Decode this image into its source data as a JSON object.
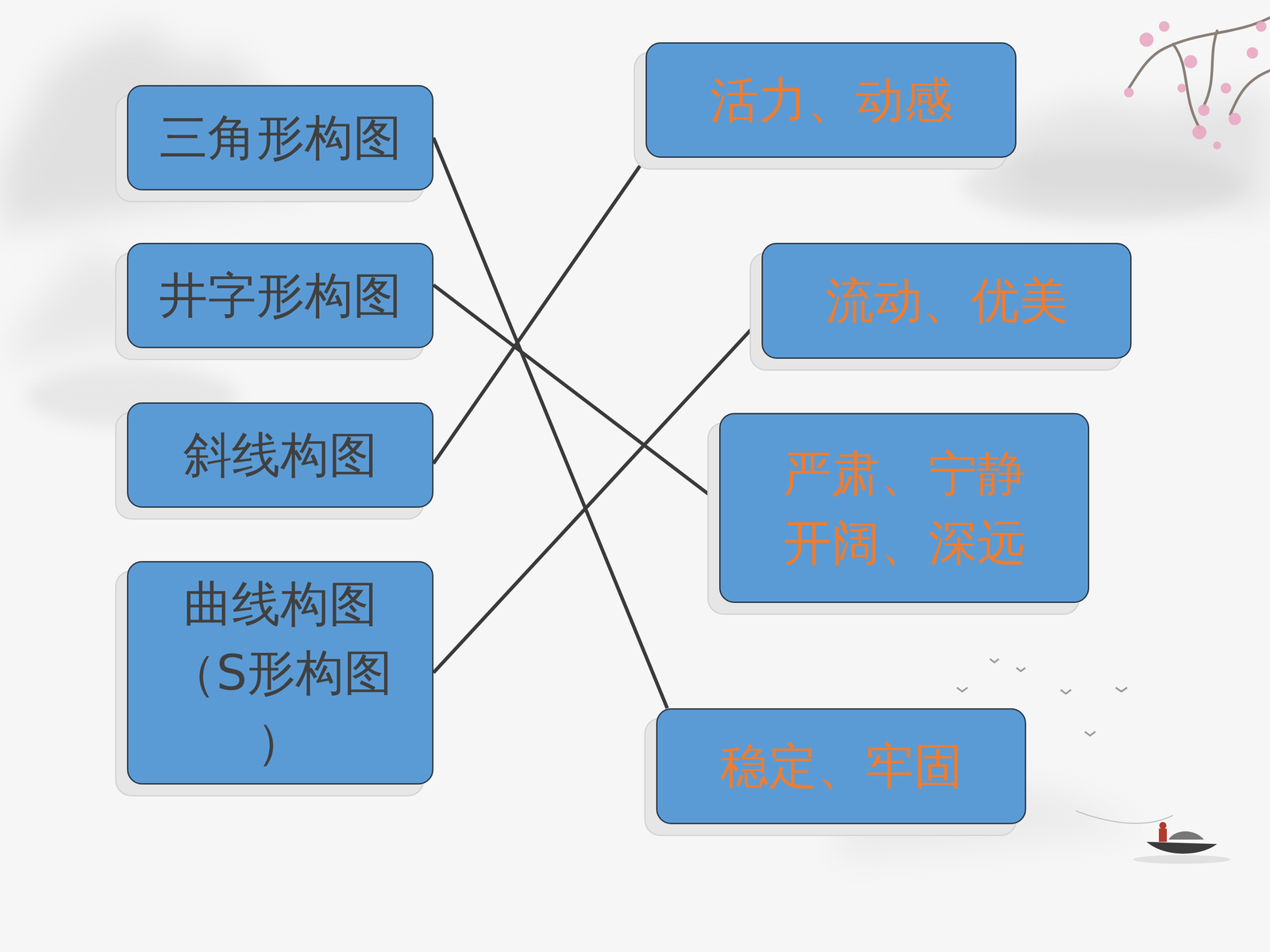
{
  "diagram": {
    "nodes": [
      {
        "text": [
          "三角形构图"
        ]
      },
      {
        "text": [
          "井字形构图"
        ]
      },
      {
        "text": [
          "斜线构图"
        ]
      },
      {
        "text": [
          "曲线构图（S形构图）"
        ]
      },
      {
        "text": [
          "活力、动感"
        ]
      },
      {
        "text": [
          "流动、优美"
        ]
      },
      {
        "text": [
          "严肃、宁静 开阔、深远"
        ]
      },
      {
        "text": [
          "稳定、牢固"
        ]
      }
    ],
    "edges": [
      {
        "from": 0,
        "to": 7,
        "arrow": "none"
      },
      {
        "from": 1,
        "to": 6,
        "arrow": "none"
      },
      {
        "from": 2,
        "to": 4,
        "arrow": "none"
      },
      {
        "from": 3,
        "to": 5,
        "arrow": "none"
      }
    ]
  }
}
